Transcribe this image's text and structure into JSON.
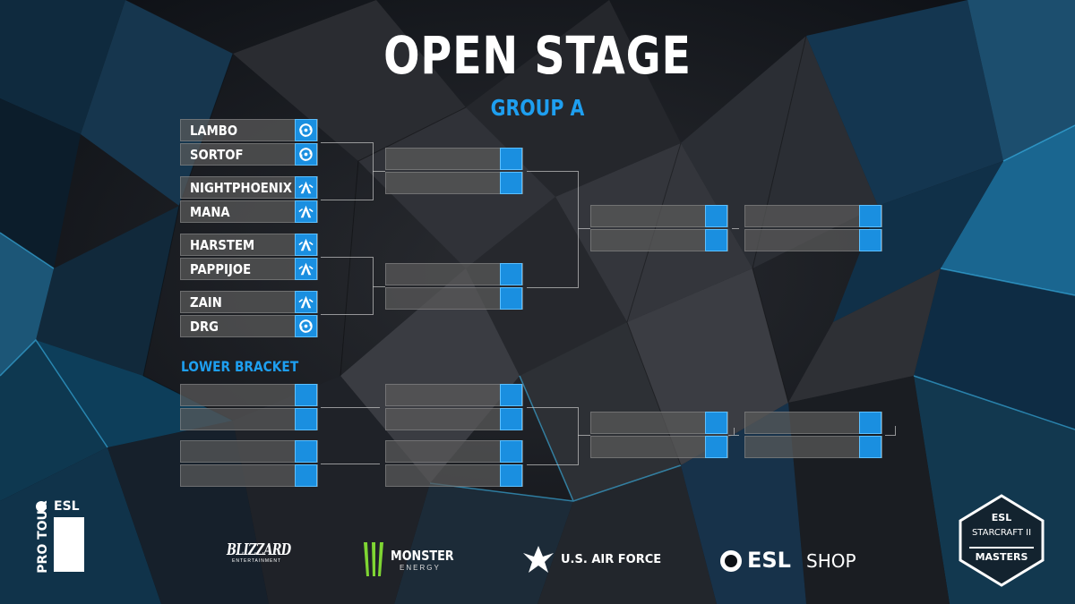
{
  "header": {
    "title": "OPEN STAGE",
    "subtitle": "GROUP A"
  },
  "upper_bracket": {
    "round1": [
      {
        "players": [
          {
            "name": "LAMBO",
            "race": "zerg-icon"
          },
          {
            "name": "SORTOF",
            "race": "zerg-icon"
          }
        ]
      },
      {
        "players": [
          {
            "name": "NIGHTPHOENIX",
            "race": "protoss-icon"
          },
          {
            "name": "MANA",
            "race": "protoss-icon"
          }
        ]
      },
      {
        "players": [
          {
            "name": "HARSTEM",
            "race": "protoss-icon"
          },
          {
            "name": "PAPPIJOE",
            "race": "protoss-icon"
          }
        ]
      },
      {
        "players": [
          {
            "name": "ZAIN",
            "race": "protoss-icon"
          },
          {
            "name": "DRG",
            "race": "zerg-icon"
          }
        ]
      }
    ]
  },
  "lower_bracket": {
    "label": "LOWER BRACKET"
  },
  "sponsors": {
    "pro_tour": "PRO TOUR",
    "esl": "ESL",
    "blizzard": "BLIZZARD",
    "blizzard_sub": "ENTERTAINMENT",
    "monster": "MONSTER",
    "monster_sub": "ENERGY",
    "air_force": "U.S. AIR FORCE",
    "esl_shop_a": "ESL",
    "esl_shop_b": "SHOP",
    "masters_esl": "ESL",
    "masters_game": "STARCRAFT II",
    "masters_label": "MASTERS"
  },
  "colors": {
    "accent": "#1e9ff0",
    "slot": "#5a5a5a",
    "background": "#0d1116"
  }
}
